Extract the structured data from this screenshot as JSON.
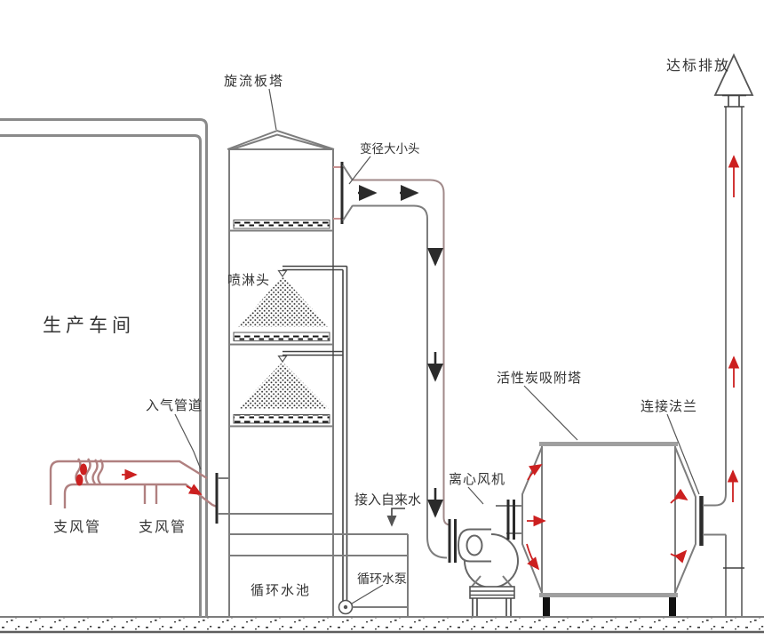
{
  "diagram": {
    "labels": {
      "workshop": "生产车间",
      "air_inlet_pipe": "入气管道",
      "branch_duct_left": "支风管",
      "branch_duct_right": "支风管",
      "cyclone_plate_tower": "旋流板塔",
      "spray_head": "喷淋头",
      "reducer": "变径大小头",
      "tap_water_inlet": "接入自来水",
      "circulating_water_tank": "循环水池",
      "circulating_water_pump": "循环水泵",
      "centrifugal_fan": "离心风机",
      "activated_carbon_tower": "活性炭吸附塔",
      "connecting_flange": "连接法兰",
      "compliant_discharge": "达标排放"
    },
    "colors": {
      "line": "#7d7d7d",
      "dark-line": "#424242",
      "label": "#333333",
      "duct-red": "#b08080",
      "flow-red": "#cc2020",
      "workshop-red": "#8e2236",
      "thick-gray": "#9f9f9f",
      "flange-dark": "#2b2b2b",
      "leader": "#555555",
      "pink-line": "#a18a8a"
    }
  }
}
